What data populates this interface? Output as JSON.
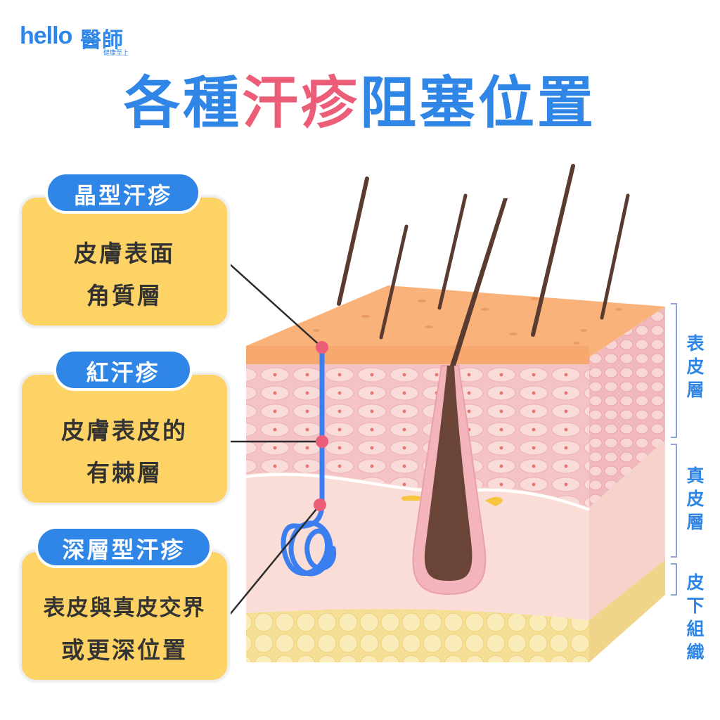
{
  "logo": {
    "hello": "hello",
    "brand": "醫師",
    "tagline": "健康至上"
  },
  "title": {
    "part1": "各種",
    "part2": "汗疹",
    "part3": "阻塞位置"
  },
  "cards": [
    {
      "heading": "晶型汗疹",
      "line1": "皮膚表面",
      "line2": "角質層"
    },
    {
      "heading": "紅汗疹",
      "line1": "皮膚表皮的",
      "line2": "有棘層"
    },
    {
      "heading": "深層型汗疹",
      "line1": "表皮與真皮交界",
      "line2": "或更深位置"
    }
  ],
  "layers": [
    {
      "label": "表\n皮\n層"
    },
    {
      "label": "真\n皮\n層"
    },
    {
      "label": "皮\n下\n組\n織"
    }
  ],
  "colors": {
    "accent_blue": "#2f86e6",
    "accent_pink": "#ec5d78",
    "card_yellow": "#fdd365",
    "skin_top": "#f8b27a",
    "epidermis": "#f4c4c4",
    "dermis": "#f9ddd6",
    "fat": "#f8e7a6",
    "hair": "#5a3b30"
  }
}
